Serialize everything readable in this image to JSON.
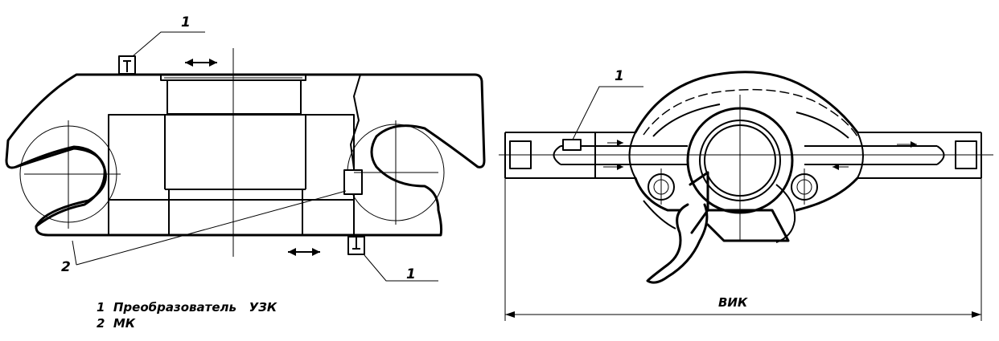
{
  "figure_left": {
    "callouts": [
      "1",
      "1",
      "2"
    ]
  },
  "figure_right": {
    "callouts": [
      "1"
    ],
    "dimension_label": "ВИК"
  },
  "legend": {
    "items": [
      "1  Преобразователь   УЗК",
      "2  МК"
    ]
  }
}
